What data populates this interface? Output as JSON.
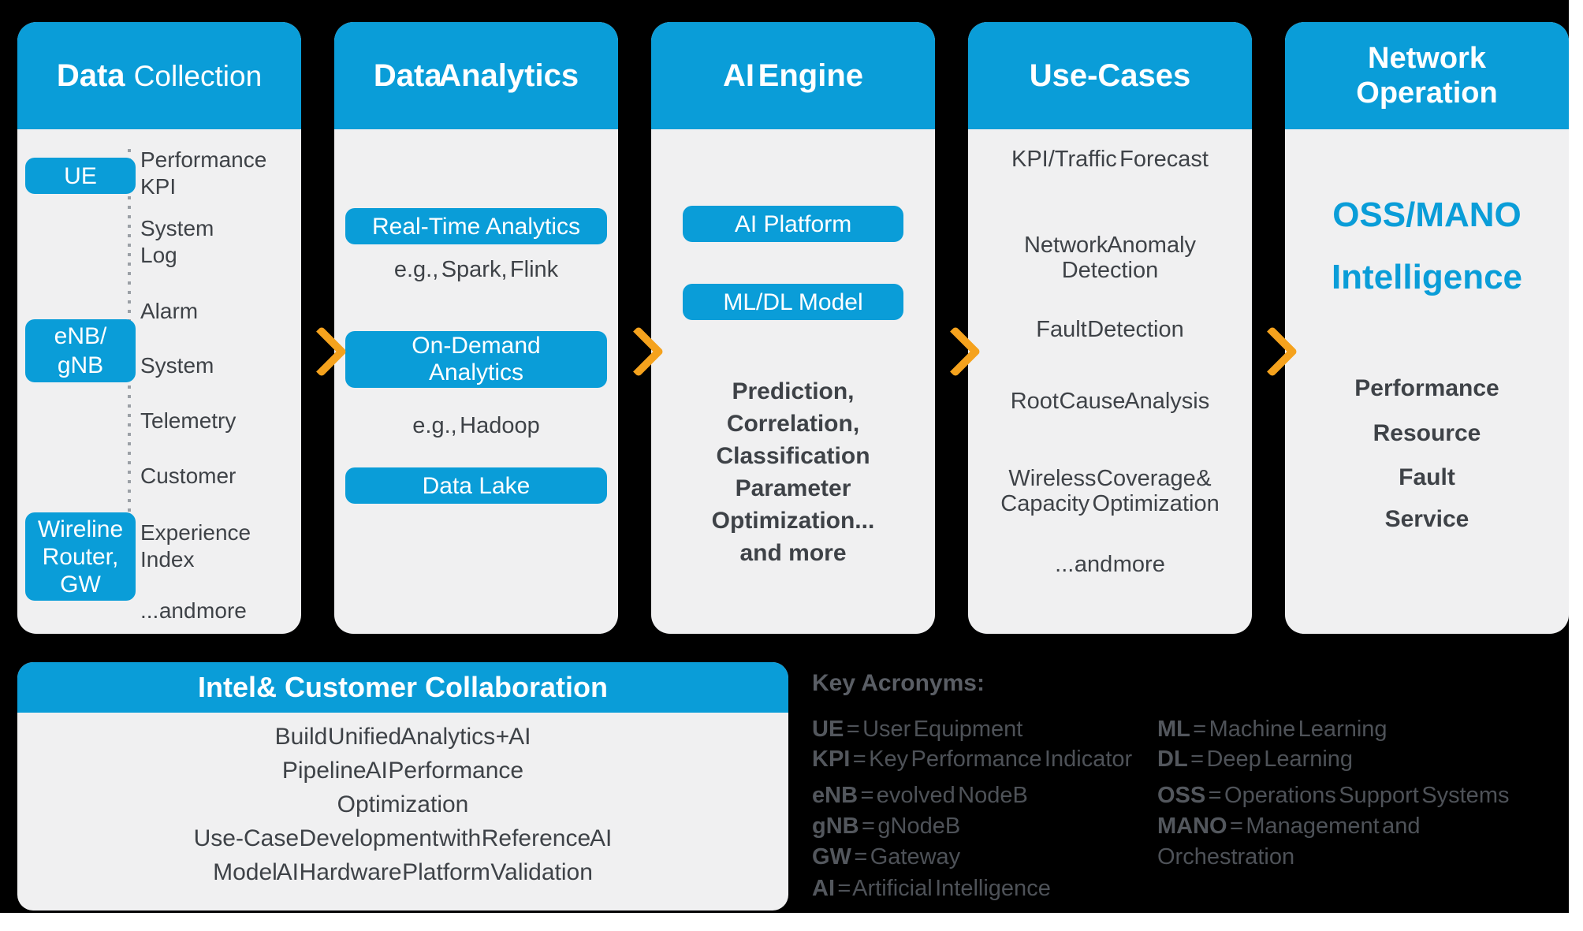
{
  "colors": {
    "accent_blue": "#0A9DD8",
    "panel_gray": "#F0F0F1",
    "text_dark": "#3E4247",
    "arrow_orange": "#F5A21D",
    "background": "#000000",
    "acronym_gray": "#4E5258"
  },
  "pipeline": {
    "columns": [
      {
        "title_bold": "Data",
        "title_light": "Collection",
        "chips": [
          [
            "UE"
          ],
          [
            "eNB/",
            "gNB"
          ],
          [
            "Wireline",
            "Router,",
            "GW"
          ]
        ],
        "items": [
          [
            "Performance",
            "KPI"
          ],
          [
            "System",
            "Log"
          ],
          [
            "Alarm"
          ],
          [
            "System"
          ],
          [
            "Telemetry"
          ],
          [
            "Customer"
          ],
          [
            "Experience",
            "Index"
          ],
          [
            "... and more"
          ]
        ]
      },
      {
        "title_bold": "Data Analytics",
        "chips": [
          [
            "Real-Time Analytics"
          ],
          [
            "On-Demand",
            "Analytics"
          ],
          [
            "Data Lake"
          ]
        ],
        "captions": [
          "e.g., Spark, Flink",
          "e.g., Hadoop"
        ]
      },
      {
        "title_bold": "AI Engine",
        "chips": [
          [
            "AI Platform"
          ],
          [
            "ML/DL Model"
          ]
        ],
        "lines": [
          "Prediction,",
          "Correlation,",
          "Classification",
          "Parameter",
          "Optimization...",
          "and more"
        ]
      },
      {
        "title_bold": "Use-Cases",
        "items": [
          [
            "KPI/Traffic Forecast"
          ],
          [
            "Network Anomaly",
            "Detection"
          ],
          [
            "Fault Detection"
          ],
          [
            "Root Cause Analysis"
          ],
          [
            "Wireless Coverage &",
            "Capacity Optimization"
          ],
          [
            "... and more"
          ]
        ]
      },
      {
        "title_line1": "Network",
        "title_line2": "Operation",
        "highlight": [
          "OSS/MANO",
          "Intelligence"
        ],
        "items": [
          "Performance",
          "Resource",
          "Fault",
          "Service"
        ]
      }
    ]
  },
  "collaboration": {
    "title": "Intel& Customer Collaboration",
    "lines": [
      "Build Unified Analytics + AI",
      "Pipeline AI Performance",
      "Optimization",
      "Use-Case Development with Reference AI",
      "Model AI Hardware Platform Validation"
    ]
  },
  "acronyms": {
    "title": "Key Acronyms:",
    "left": [
      {
        "abbr": "UE",
        "def": "= User Equipment"
      },
      {
        "abbr": "KPI",
        "def": "= Key Performance Indicator"
      },
      {
        "abbr": "eNB",
        "def": "= evolved NodeB"
      },
      {
        "abbr": "gNB",
        "def": "= gNodeB"
      },
      {
        "abbr": "GW",
        "def": "= Gateway"
      },
      {
        "abbr": "AI",
        "def": "= Artificial Intelligence"
      }
    ],
    "right": [
      {
        "abbr": "ML",
        "def": "= Machine Learning"
      },
      {
        "abbr": "DL",
        "def": "= Deep Learning"
      },
      {
        "abbr": "OSS",
        "def": "= Operations Support Systems"
      },
      {
        "abbr": "MANO",
        "def": "= Management and"
      },
      {
        "abbr": "",
        "def": "Orchestration"
      }
    ]
  }
}
